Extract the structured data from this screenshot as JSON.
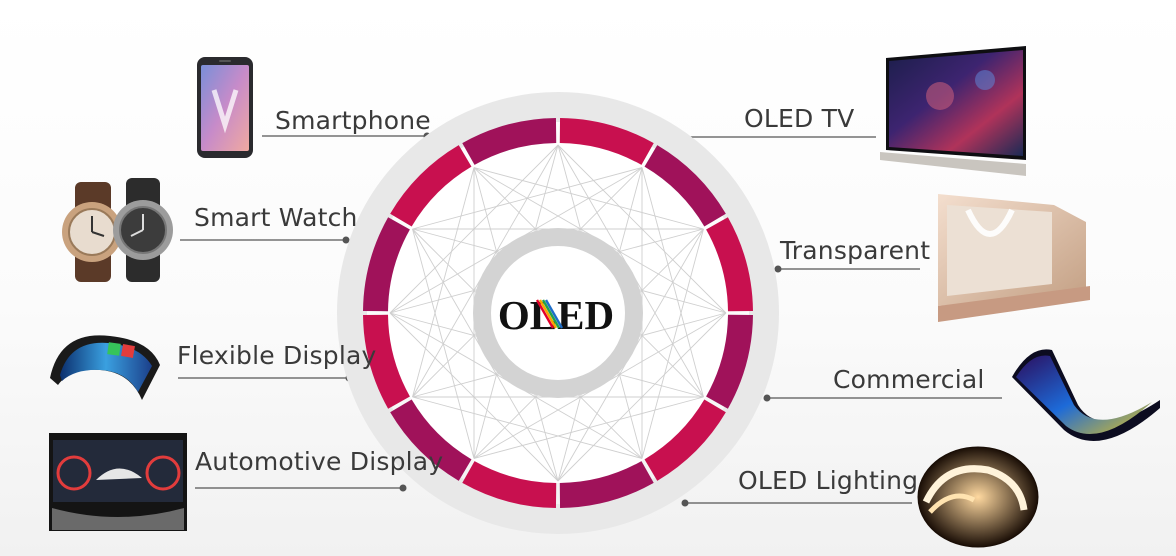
{
  "center": {
    "logo_text": "OLED",
    "logo_colors": [
      "#e4002b",
      "#f7a600",
      "#22a34a",
      "#1e6ec8",
      "#8e2c86"
    ]
  },
  "colors": {
    "ring": "#c8104f",
    "ring_dark": "#a0125a",
    "outer_ring": "#e7e7e7",
    "inner_ring": "#d2d2d2",
    "line": "#555555"
  },
  "applications": {
    "left": [
      {
        "label": "Smartphone",
        "icon": "smartphone-icon"
      },
      {
        "label": "Smart Watch",
        "icon": "smartwatch-icon"
      },
      {
        "label": "Flexible Display",
        "icon": "flexible-display-icon"
      },
      {
        "label": "Automotive Display",
        "icon": "car-dashboard-icon"
      }
    ],
    "right": [
      {
        "label": "OLED TV",
        "icon": "tv-icon"
      },
      {
        "label": "Transparent",
        "icon": "transparent-display-icon"
      },
      {
        "label": "Commercial",
        "icon": "curved-signage-icon"
      },
      {
        "label": "OLED Lighting",
        "icon": "lighting-panel-icon"
      }
    ]
  }
}
